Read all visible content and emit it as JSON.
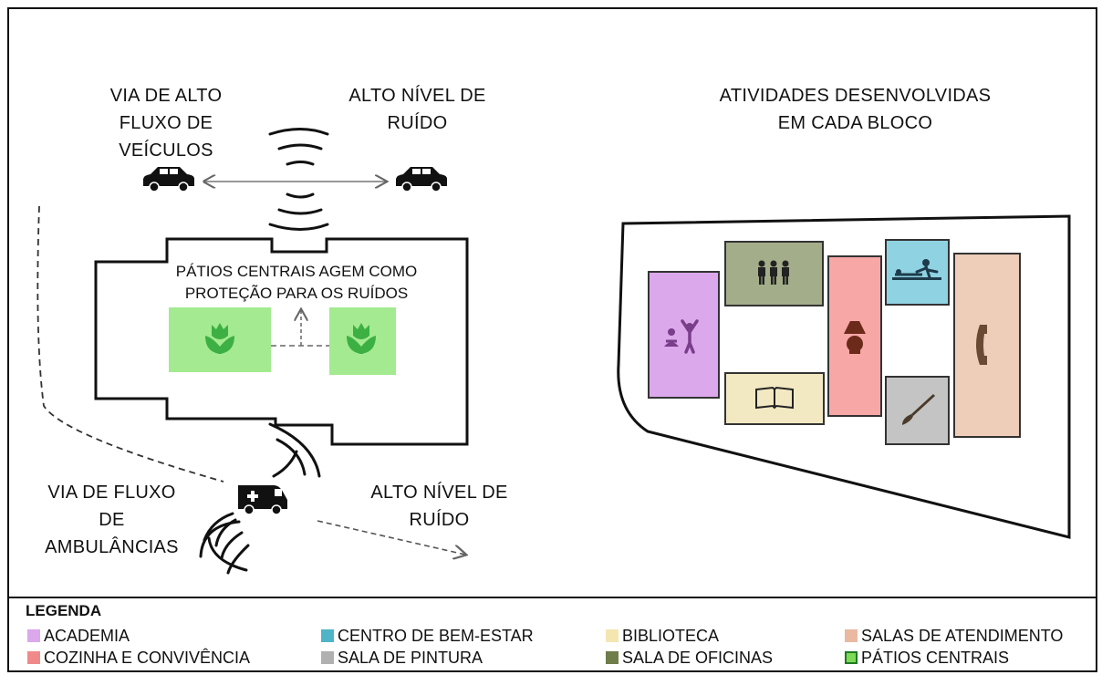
{
  "labels": {
    "via_alto_fluxo": [
      "VIA DE ALTO",
      "FLUXO DE",
      "VEÍCULOS"
    ],
    "ruido_top": [
      "ALTO NÍVEL DE",
      "RUÍDO"
    ],
    "patios_note": [
      "PÁTIOS CENTRAIS AGEM COMO",
      "PROTEÇÃO PARA OS RUÍDOS"
    ],
    "via_ambulancias": [
      "VIA DE FLUXO",
      "DE",
      "AMBULÂNCIAS"
    ],
    "ruido_bottom": [
      "ALTO NÍVEL DE",
      "RUÍDO"
    ],
    "atividades": [
      "ATIVIDADES DESENVOLVIDAS",
      "EM CADA BLOCO"
    ]
  },
  "icons": [
    "car-icon",
    "ambulance-icon",
    "flower-icon",
    "exercise-icon",
    "people-icon",
    "book-icon",
    "lamp-icon",
    "massage-icon",
    "paintbrush-icon",
    "phone-icon"
  ],
  "legend": {
    "title": "LEGENDA",
    "items": [
      {
        "label": "ACADEMIA",
        "color": "#dca8ec"
      },
      {
        "label": "COZINHA E CONVIVÊNCIA",
        "color": "#f08a8a"
      },
      {
        "label": "CENTRO DE BEM-ESTAR",
        "color": "#4fb4c8"
      },
      {
        "label": "SALA DE PINTURA",
        "color": "#b0b0b0"
      },
      {
        "label": "BIBLIOTECA",
        "color": "#f3e6b0"
      },
      {
        "label": "SALA DE OFICINAS",
        "color": "#6e7d4a"
      },
      {
        "label": "SALAS DE ATENDIMENTO",
        "color": "#e9b9a2"
      },
      {
        "label": "PÁTIOS CENTRAIS",
        "color": "#7ed957"
      }
    ]
  },
  "colors": {
    "academia": "#dca8ec",
    "cozinha": "#f8a7a7",
    "bem_estar": "#8fd3e3",
    "pintura": "#c4c4c4",
    "biblioteca": "#f2e9c2",
    "oficinas": "#a4ad8a",
    "atendimento": "#eecdb9",
    "patio": "#a4ea90",
    "patio_dark": "#3cb043"
  }
}
